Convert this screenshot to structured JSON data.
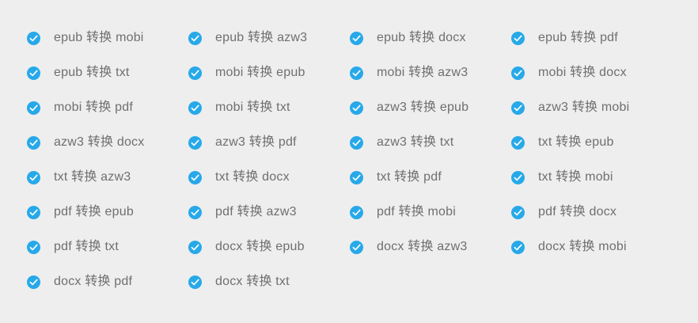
{
  "theme": {
    "background": "#eeeeee",
    "accent": "#27a9e9",
    "check_mark": "#ffffff",
    "text": "#6f6f6f"
  },
  "icons": {
    "check": "check-circle-icon"
  },
  "grid": {
    "columns": 4,
    "rows": [
      [
        {
          "label": "epub 转换 mobi",
          "checked": true
        },
        {
          "label": "epub 转换 azw3",
          "checked": true
        },
        {
          "label": "epub 转换 docx",
          "checked": true
        },
        {
          "label": "epub 转换 pdf",
          "checked": true
        }
      ],
      [
        {
          "label": "epub 转换 txt",
          "checked": true
        },
        {
          "label": "mobi 转换 epub",
          "checked": true
        },
        {
          "label": "mobi 转换 azw3",
          "checked": true
        },
        {
          "label": "mobi 转换 docx",
          "checked": true
        }
      ],
      [
        {
          "label": "mobi 转换 pdf",
          "checked": true
        },
        {
          "label": "mobi 转换 txt",
          "checked": true
        },
        {
          "label": "azw3 转换 epub",
          "checked": true
        },
        {
          "label": "azw3 转换 mobi",
          "checked": true
        }
      ],
      [
        {
          "label": "azw3 转换 docx",
          "checked": true
        },
        {
          "label": "azw3 转换 pdf",
          "checked": true
        },
        {
          "label": "azw3 转换 txt",
          "checked": true
        },
        {
          "label": "txt 转换 epub",
          "checked": true
        }
      ],
      [
        {
          "label": "txt 转换 azw3",
          "checked": true
        },
        {
          "label": "txt 转换 docx",
          "checked": true
        },
        {
          "label": "txt 转换 pdf",
          "checked": true
        },
        {
          "label": "txt 转换 mobi",
          "checked": true
        }
      ],
      [
        {
          "label": "pdf 转换 epub",
          "checked": true
        },
        {
          "label": "pdf 转换 azw3",
          "checked": true
        },
        {
          "label": "pdf 转换 mobi",
          "checked": true
        },
        {
          "label": "pdf 转换 docx",
          "checked": true
        }
      ],
      [
        {
          "label": "pdf 转换 txt",
          "checked": true
        },
        {
          "label": "docx 转换 epub",
          "checked": true
        },
        {
          "label": "docx 转换 azw3",
          "checked": true
        },
        {
          "label": "docx 转换 mobi",
          "checked": true
        }
      ],
      [
        {
          "label": "docx 转换 pdf",
          "checked": true
        },
        {
          "label": "docx 转换 txt",
          "checked": true
        }
      ]
    ]
  }
}
